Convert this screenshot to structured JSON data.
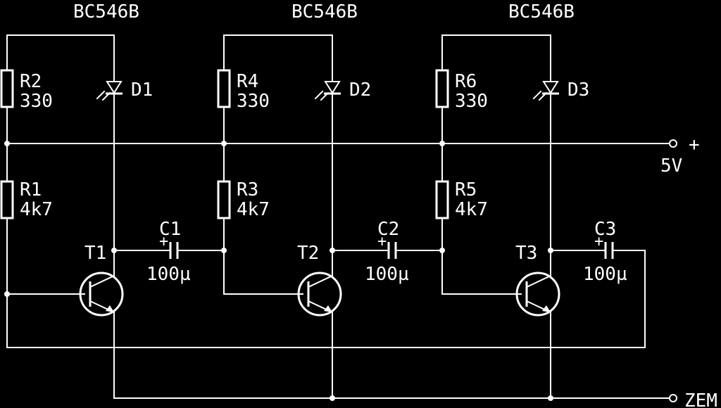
{
  "stages": [
    {
      "transistor_type": "BC546B",
      "resistor_top": {
        "ref": "R2",
        "value": "330"
      },
      "led": {
        "ref": "D1"
      },
      "resistor_bottom": {
        "ref": "R1",
        "value": "4k7"
      },
      "transistor": {
        "ref": "T1"
      },
      "capacitor": {
        "ref": "C1",
        "value": "100µ"
      }
    },
    {
      "transistor_type": "BC546B",
      "resistor_top": {
        "ref": "R4",
        "value": "330"
      },
      "led": {
        "ref": "D2"
      },
      "resistor_bottom": {
        "ref": "R3",
        "value": "4k7"
      },
      "transistor": {
        "ref": "T2"
      },
      "capacitor": {
        "ref": "C2",
        "value": "100µ"
      }
    },
    {
      "transistor_type": "BC546B",
      "resistor_top": {
        "ref": "R6",
        "value": "330"
      },
      "led": {
        "ref": "D3"
      },
      "resistor_bottom": {
        "ref": "R5",
        "value": "4k7"
      },
      "transistor": {
        "ref": "T3"
      },
      "capacitor": {
        "ref": "C3",
        "value": "100µ"
      }
    }
  ],
  "supply": {
    "plus": "+",
    "voltage": "5V"
  },
  "ground": {
    "label": "ZEM"
  },
  "capacitor_polarity": "+"
}
